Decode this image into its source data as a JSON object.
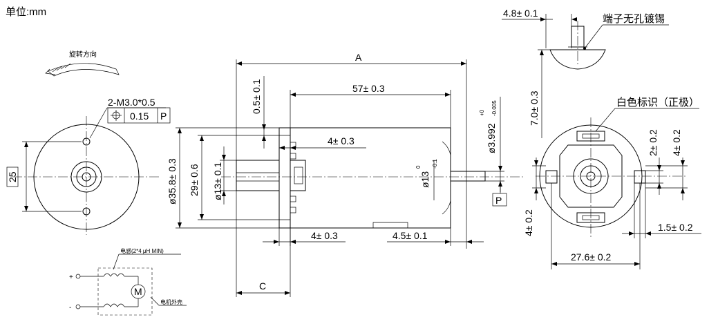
{
  "unit_label": "单位:mm",
  "rotation_label": "旋转方向",
  "hole_spec": "2-M3.0*0.5",
  "tolerance_value": "0.15",
  "datum_ref": "P",
  "datum_box": "P",
  "dim_25": "25",
  "dim_A": "A",
  "dim_C": "C",
  "dim_57": "57± 0.3",
  "dim_0_5": "0.5± 0.1",
  "dim_4_top": "4± 0.3",
  "dim_35_8": "ø35.8± 0.3",
  "dim_29": "29± 0.6",
  "dim_13": "ø13± 0.1",
  "dim_13_boss_main": "ø13",
  "dim_13_boss_up": "0",
  "dim_13_boss_low": "-0.1",
  "dim_shaft_main": "ø3.992",
  "dim_shaft_up": "+0",
  "dim_shaft_low": "-0.005",
  "dim_4_bottom": "4± 0.3",
  "dim_4_5": "4.5± 0.1",
  "terminal_note": "端子无孔镀锡",
  "dim_4_8": "4.8± 0.1",
  "dim_7": "7.0± 0.3",
  "white_mark": "白色标识（正极）",
  "dim_2": "2± 0.2",
  "dim_4_r": "4± 0.2",
  "dim_4_l": "4± 0.2",
  "dim_1_5": "1.5± 0.2",
  "dim_27_6": "27.6± 0.2",
  "inductor_label": "电感(2*4 μH MIN)",
  "case_label": "电机外壳",
  "motor_symbol": "M",
  "plus_sign": "+",
  "minus_sign": "-"
}
